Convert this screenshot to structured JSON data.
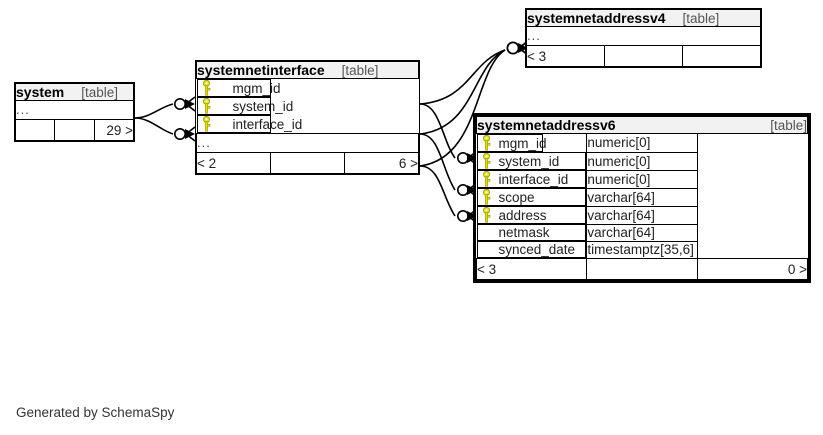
{
  "diagram": {
    "footer_note": "Generated by SchemaSpy",
    "kind_label": "[table]",
    "ellipsis": "...",
    "key_icon": "key-icon"
  },
  "tables": {
    "system": {
      "name": "system",
      "kind": "[table]",
      "ellipsis": "...",
      "footer": {
        "left": "",
        "mid": "",
        "right": "29 >"
      }
    },
    "systemnetinterface": {
      "name": "systemnetinterface",
      "kind": "[table]",
      "columns": [
        {
          "name": "mgm_id",
          "key": true
        },
        {
          "name": "system_id",
          "key": true
        },
        {
          "name": "interface_id",
          "key": true
        }
      ],
      "ellipsis": "...",
      "footer": {
        "left": "< 2",
        "mid": "",
        "right": "6 >"
      }
    },
    "systemnetaddressv4": {
      "name": "systemnetaddressv4",
      "kind": "[table]",
      "ellipsis": "...",
      "footer": {
        "left": "< 3",
        "mid": "",
        "right": ""
      }
    },
    "systemnetaddressv6": {
      "name": "systemnetaddressv6",
      "kind": "[table]",
      "columns": [
        {
          "name": "mgm_id",
          "type": "numeric[0]",
          "key": true
        },
        {
          "name": "system_id",
          "type": "numeric[0]",
          "key": true
        },
        {
          "name": "interface_id",
          "type": "numeric[0]",
          "key": true
        },
        {
          "name": "scope",
          "type": "varchar[64]",
          "key": true
        },
        {
          "name": "address",
          "type": "varchar[64]",
          "key": true
        },
        {
          "name": "netmask",
          "type": "varchar[64]",
          "key": false
        },
        {
          "name": "synced_date",
          "type": "timestamptz[35,6]",
          "key": false
        }
      ],
      "footer": {
        "left": "< 3",
        "mid": "",
        "right": "0 >"
      }
    }
  },
  "colors": {
    "key_yellow": "#e3e300",
    "key_outline": "#9a9a00",
    "header_bg": "#f2f2f2",
    "border": "#000000",
    "text": "#222222",
    "muted_text": "#555555"
  }
}
